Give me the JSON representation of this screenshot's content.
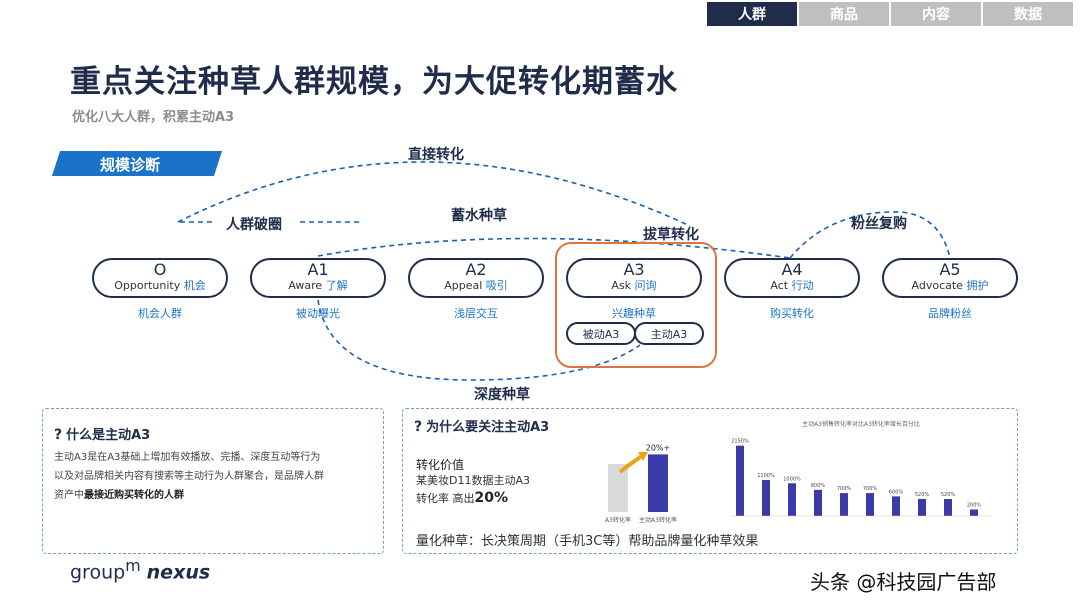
{
  "tabs": [
    "人群",
    "商品",
    "内容",
    "数据"
  ],
  "active_tab": "人群",
  "title": "重点关注种草人群规模，为大促转化期蓄水",
  "subtitle": "优化八大人群，积累主动A3",
  "section_label": "规模诊断",
  "arc_labels": {
    "direct": "直接转化",
    "breakout": "人群破圈",
    "reservoir": "蓄水种草",
    "pull": "拔草转化",
    "fans": "粉丝复购",
    "deep": "深度种草"
  },
  "stages": [
    {
      "code": "O",
      "en": "Opportunity",
      "cn": "机会",
      "caption": "机会人群"
    },
    {
      "code": "A1",
      "en": "Aware",
      "cn": "了解",
      "caption": "被动曝光"
    },
    {
      "code": "A2",
      "en": "Appeal",
      "cn": "吸引",
      "caption": "浅层交互"
    },
    {
      "code": "A3",
      "en": "Ask",
      "cn": "问询",
      "caption": "兴趣种草"
    },
    {
      "code": "A4",
      "en": "Act",
      "cn": "行动",
      "caption": "购买转化"
    },
    {
      "code": "A5",
      "en": "Advocate",
      "cn": "拥护",
      "caption": "品牌粉丝"
    }
  ],
  "a3_sub": [
    "被动A3",
    "主动A3"
  ],
  "left_panel": {
    "title": "什么是主动A3",
    "line1": "主动A3是在A3基础上增加有效播放、完播、深度互动等行为",
    "line2": "以及对品牌相关内容有搜索等主动行为人群聚合，是品牌人群",
    "line3_prefix": "资产中",
    "line3_bold": "最接近购买转化的人群"
  },
  "right_panel": {
    "title": "为什么要关注主动A3",
    "metric_title": "转化价值",
    "metric_sub": "某美妆D11数据主动A3",
    "metric_rate_prefix": "转化率 高出",
    "metric_rate_value": "20%",
    "footer": "量化种草：长决策周期（手机3C等）帮助品牌量化种草效果"
  },
  "chart_data": [
    {
      "type": "bar",
      "categories": [
        "A3转化率",
        "主动A3转化率"
      ],
      "values": [
        1,
        1.2
      ],
      "value_labels": [
        "",
        "20%+"
      ],
      "colors": [
        "#d9d9d9",
        "#3a3aa8"
      ]
    },
    {
      "type": "bar",
      "title": "主动A3销售转化率对比A3转化率增长百分比",
      "values": [
        2150,
        1100,
        1000,
        800,
        700,
        700,
        600,
        520,
        520,
        200
      ],
      "value_labels": [
        "2150%",
        "1100%",
        "1000%",
        "800%",
        "700%",
        "700%",
        "600%",
        "520%",
        "520%",
        "200%"
      ],
      "color": "#3a3aa8"
    }
  ],
  "logo": {
    "part1": "group",
    "sup": "m",
    "part2": "nexus"
  },
  "watermark": "头条 @科技园广告部"
}
